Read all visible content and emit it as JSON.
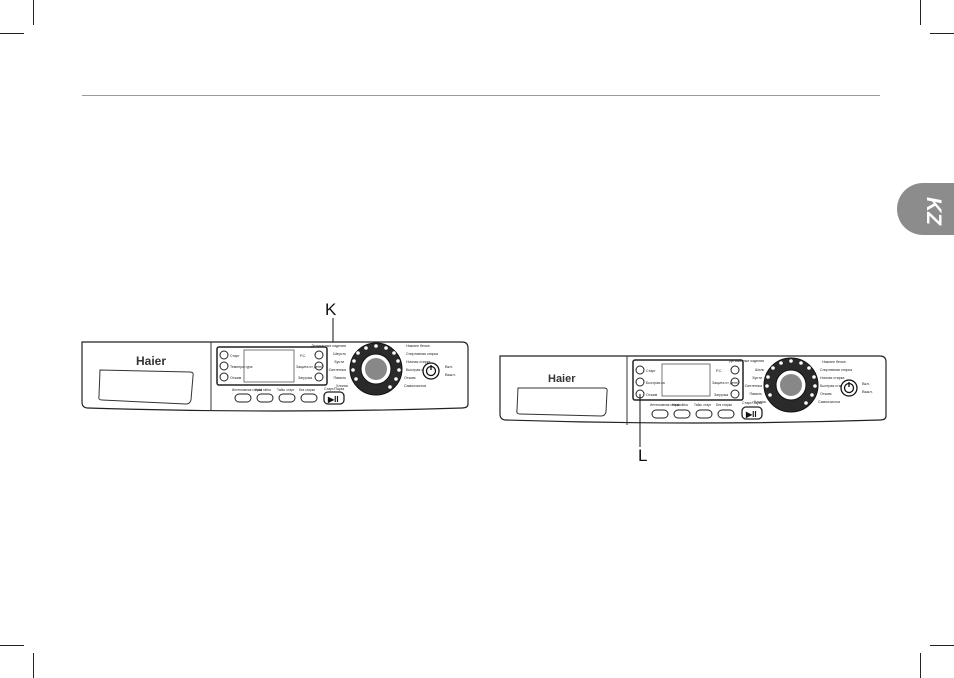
{
  "side_tab": {
    "label": "KZ"
  },
  "panel_k": {
    "callout": "K",
    "brand": "Haier",
    "left_buttons": [
      "Старт",
      "Темпера-тура",
      "Отжим"
    ],
    "right_buttons": [
      "Р.С.",
      "Защита от детей",
      "Загрузка"
    ],
    "bottom_buttons": [
      "Интенсивная стирка",
      "Halal stirka",
      "Тайм. старт",
      "Без стирки"
    ],
    "start_label": "Старт/Пауза",
    "dial_left_labels": [
      "Деликатные изделия",
      "Шерсть",
      "Бусти",
      "Синтетика",
      "Память",
      "Хлопок"
    ],
    "dial_right_labels": [
      "Нижнее белье",
      "Спортивная стирка",
      "Ночная стирка",
      "Быстрая стирка",
      "Отжим",
      "Самоочистка"
    ],
    "power_labels": [
      "Вкл.",
      "Выкл."
    ]
  },
  "panel_l": {
    "callout": "L",
    "brand": "Haier",
    "left_buttons": [
      "Старт",
      "Быстрая-ка",
      "Отжим"
    ],
    "right_buttons": [
      "Р.С.",
      "Защита от детей",
      "Загрузка"
    ],
    "bottom_buttons": [
      "Интенсивная стирка",
      "Halal stirka",
      "Тайм. старт",
      "Без стирки"
    ],
    "start_label": "Старт/Пауза",
    "dial_left_labels": [
      "Деликатные изделия",
      "Шелк",
      "Бусти",
      "Синтетика",
      "Память",
      "Хлопок"
    ],
    "dial_right_labels": [
      "Нижнее белье",
      "Спортивная стирка",
      "Ночная стирка",
      "Быстрая стирка",
      "Отжим",
      "Самоочистка"
    ],
    "power_labels": [
      "Вкл.",
      "Выкл."
    ]
  }
}
